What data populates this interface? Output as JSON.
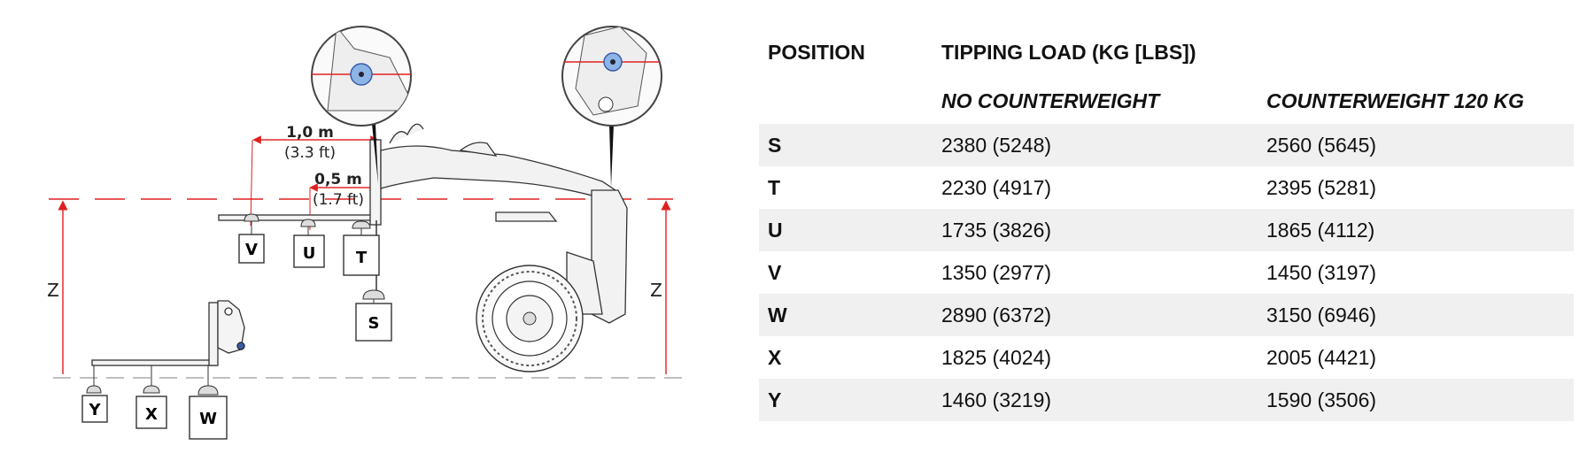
{
  "diagram": {
    "dim_long_metric": "1,0 m",
    "dim_long_imperial": "(3.3 ft)",
    "dim_short_metric": "0,5 m",
    "dim_short_imperial": "(1.7 ft)",
    "height_label_left": "Z",
    "height_label_right": "Z",
    "weights": {
      "s": "S",
      "t": "T",
      "u": "U",
      "v": "V",
      "w": "W",
      "x": "X",
      "y": "Y"
    }
  },
  "table": {
    "headers": {
      "position": "POSITION",
      "tipping_load": "TIPPING LOAD (KG [LBS])",
      "no_counterweight": "NO COUNTERWEIGHT",
      "counterweight": "COUNTERWEIGHT 120 KG"
    },
    "rows": [
      {
        "position": "S",
        "no_cw": "2380 (5248)",
        "cw": "2560 (5645)"
      },
      {
        "position": "T",
        "no_cw": "2230 (4917)",
        "cw": "2395 (5281)"
      },
      {
        "position": "U",
        "no_cw": "1735 (3826)",
        "cw": "1865 (4112)"
      },
      {
        "position": "V",
        "no_cw": "1350 (2977)",
        "cw": "1450 (3197)"
      },
      {
        "position": "W",
        "no_cw": "2890 (6372)",
        "cw": "3150 (6946)"
      },
      {
        "position": "X",
        "no_cw": "1825 (4024)",
        "cw": "2005 (4421)"
      },
      {
        "position": "Y",
        "no_cw": "1460 (3219)",
        "cw": "1590 (3506)"
      }
    ]
  }
}
